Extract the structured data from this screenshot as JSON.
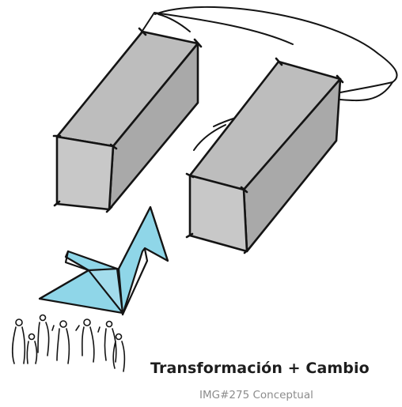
{
  "sketch": {
    "figures_count": 7,
    "colors": {
      "block_face": "#c5c5c5",
      "arrow_fill": "#8fd6e8",
      "ink": "#141414"
    }
  },
  "caption": {
    "title": "Transformación + Cambio",
    "subtitle": "IMG#275 Conceptual"
  }
}
